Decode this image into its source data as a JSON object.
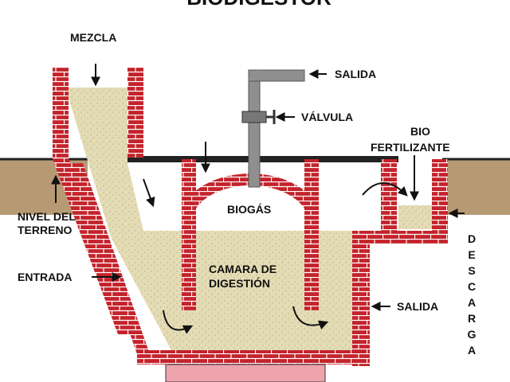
{
  "title": "BIODIGESTOR",
  "labels": {
    "mezcla": "MEZCLA",
    "salida_top": "SALIDA",
    "valvula": "VÁLVULA",
    "bio": "BIO",
    "fertilizante": "FERTILIZANTE",
    "nivel_del": "NIVEL DEL",
    "terreno": "TERRENO",
    "biogas": "BIOGÁS",
    "camara_de": "CAMARA DE",
    "digestion": "DIGESTIÓN",
    "entrada": "ENTRADA",
    "salida_right": "SALIDA",
    "descarga_letters": [
      "D",
      "E",
      "S",
      "C",
      "A",
      "R",
      "G",
      "A"
    ]
  },
  "colors": {
    "brick": "#c4232b",
    "mortar": "#ffffff",
    "slurry": "#e3dcb5",
    "soil": "#b79a74",
    "pipe": "#8f8f8f",
    "base": "#efa3ad"
  },
  "icons": [
    "arrow-icon",
    "curved-arrow-icon",
    "valve-icon",
    "pipe"
  ]
}
